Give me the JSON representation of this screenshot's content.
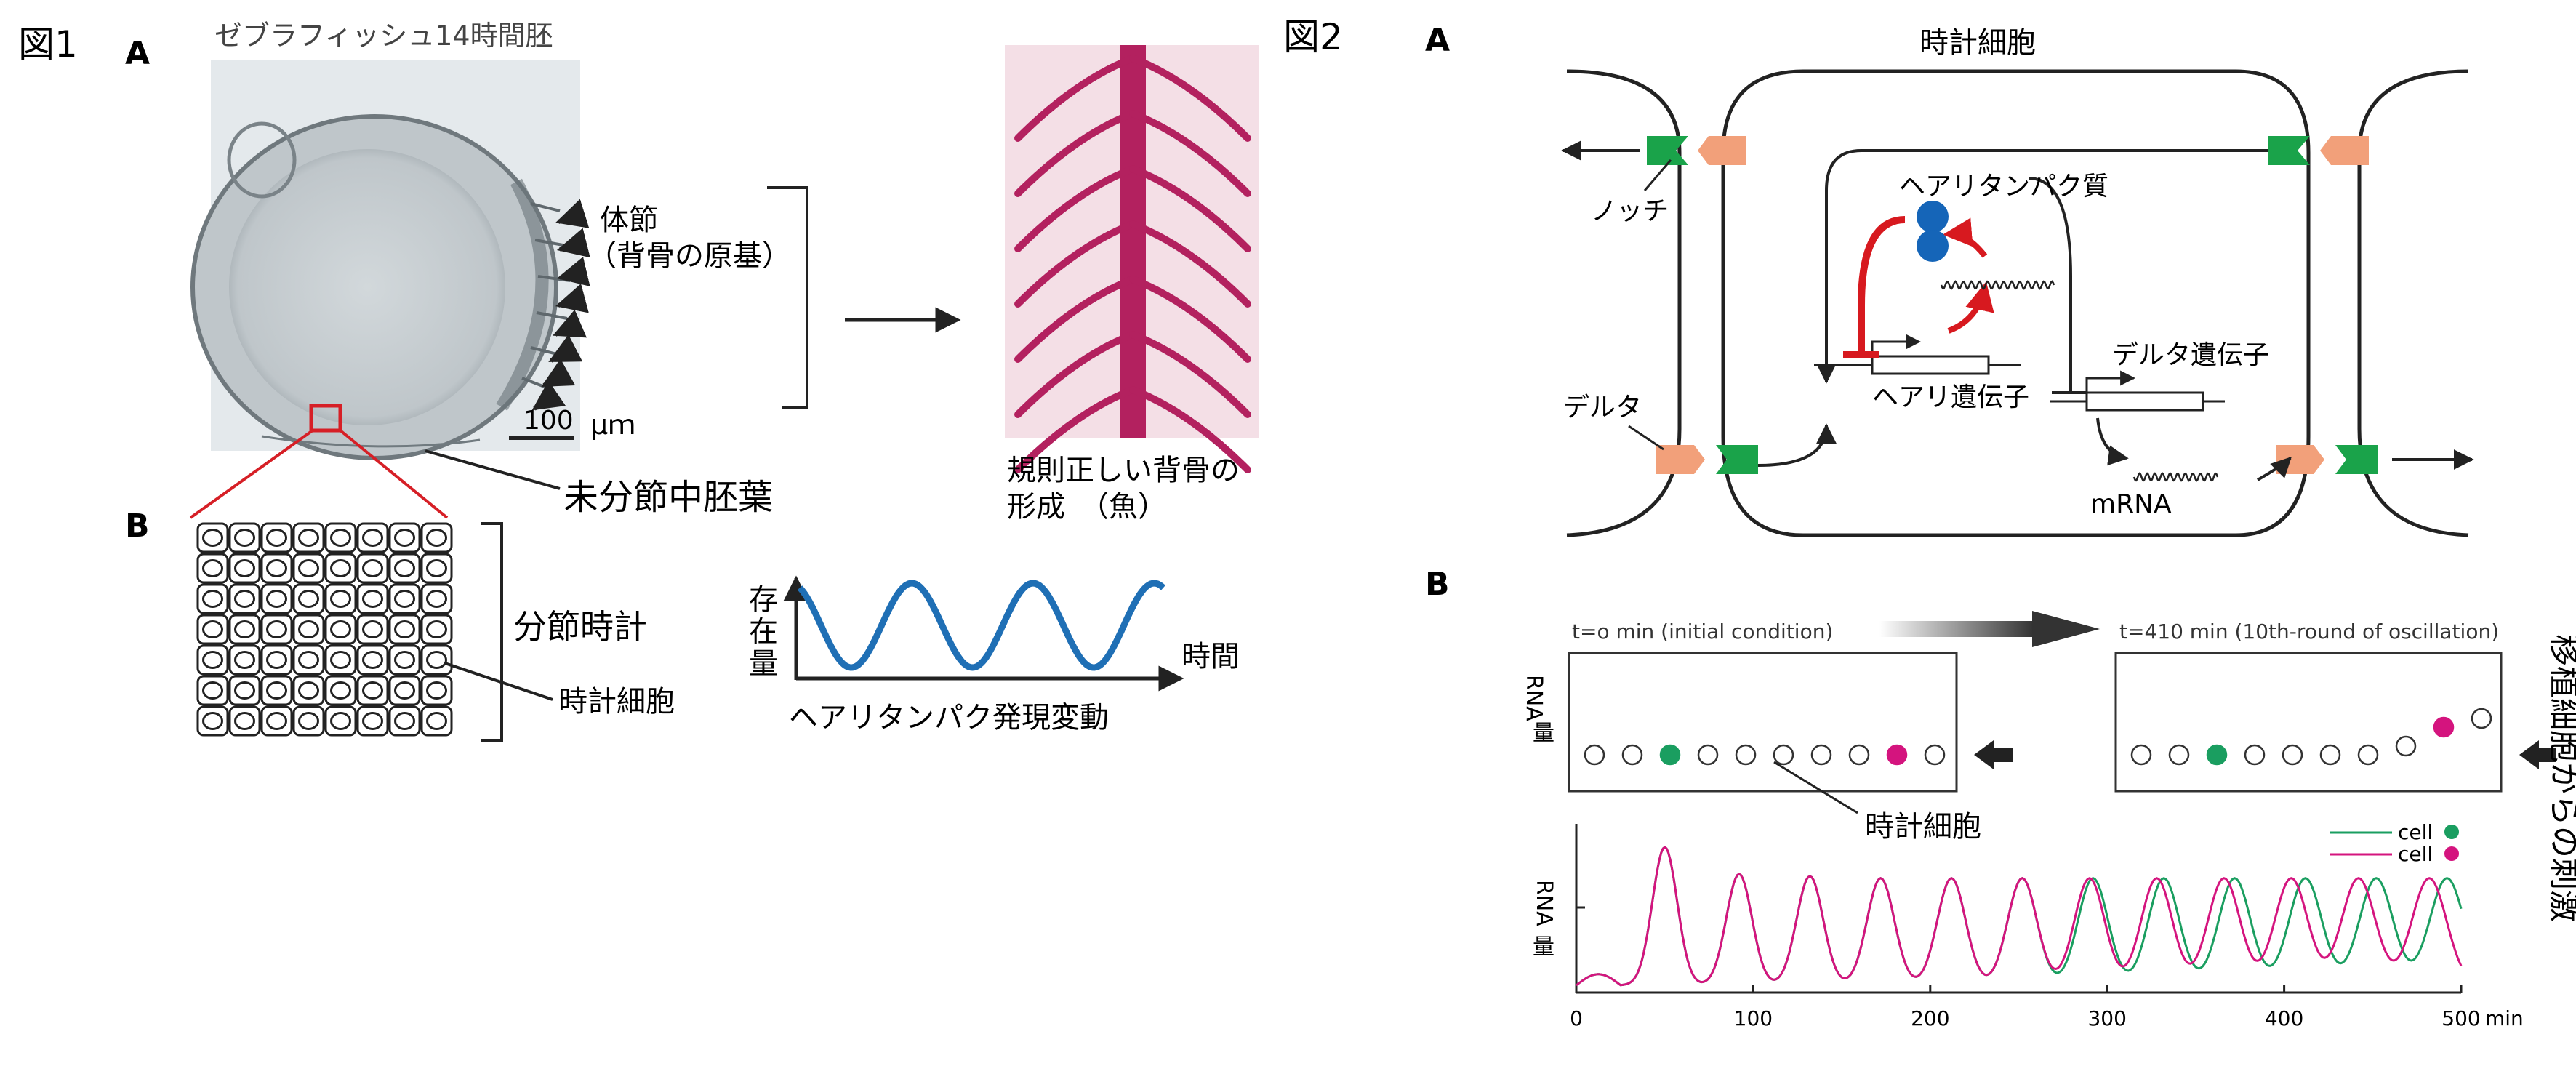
{
  "colors": {
    "notch": "#1aa34a",
    "delta": "#f2a07a",
    "hes_protein": "#1565b8",
    "repress": "#d7191f",
    "wave": "#1f6fb5",
    "cell_green": "#1a9e60",
    "cell_magenta": "#d4147e",
    "yolk": "#c9cfd3",
    "spine": "#b3215f"
  },
  "icons": [
    "arrow-right-icon",
    "arrow-left-icon",
    "gradient-arrow-icon",
    "block-arrow-icon"
  ],
  "fig1": {
    "label": "図1",
    "panel_a": "A",
    "panel_b": "B",
    "embryo_title": "ゼブラフィッシュ14時間胚",
    "somite_label": "体節",
    "somite_sub": "（背骨の原基）",
    "scale_value": "100",
    "scale_unit": "μｍ",
    "psm_label": "未分節中胚葉",
    "spine_caption_1": "規則正しい背骨の",
    "spine_caption_2": "形成　（魚）",
    "clock_label": "分節時計",
    "clock_cell_label": "時計細胞",
    "wave_y_1": "存",
    "wave_y_2": "在",
    "wave_y_3": "量",
    "wave_x": "時間",
    "wave_caption": "ヘアリタンパク発現変動"
  },
  "fig2": {
    "label": "図2",
    "panel_a": "A",
    "panel_b": "B",
    "clock_cell_title": "時計細胞",
    "notch_label": "ノッチ",
    "delta_label": "デルタ",
    "hes_protein_label": "ヘアリタンパク質",
    "hes_gene_label": "ヘアリ遺伝子",
    "delta_gene_label": "デルタ遺伝子",
    "mrna_label": "mRNA",
    "box1_title": "t=o min (initial condition)",
    "box2_title": "t=410 min (10th-round of oscillation)",
    "rna_label_1": "RNA",
    "rna_label_2": "量",
    "clock_cell_pointer": "時計細胞",
    "side_label": "移植細胞からの刺激",
    "legend_cell1": "cell",
    "legend_cell2": "cell",
    "x_unit": "min"
  },
  "chart_data": {
    "type": "line",
    "title": "",
    "xlabel": "",
    "ylabel": "RNA 量",
    "xlim": [
      0,
      500
    ],
    "x_ticks": [
      0,
      100,
      200,
      300,
      400,
      500
    ],
    "series": [
      {
        "name": "cell",
        "color": "#1a9e60",
        "peaks": [
          50,
          92,
          132,
          172,
          212,
          252,
          292,
          332,
          372,
          412,
          452,
          492
        ]
      },
      {
        "name": "cell",
        "color": "#d4147e",
        "peaks": [
          50,
          92,
          132,
          172,
          212,
          252,
          290,
          328,
          366,
          404,
          442,
          482
        ]
      }
    ]
  }
}
